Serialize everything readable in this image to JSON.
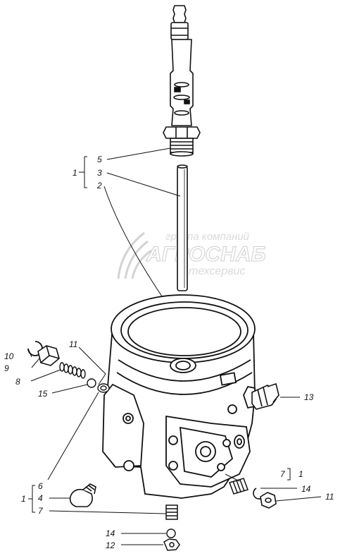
{
  "watermark": {
    "line1": "группа компаний",
    "line2": "АГРОСНАБ",
    "line3": "техсервис"
  },
  "callouts": {
    "c5": "5",
    "c3": "3",
    "c2": "2",
    "c1_top": "1",
    "c10": "10",
    "c9": "9",
    "c8": "8",
    "c15": "15",
    "c11_left": "11",
    "c13": "13",
    "c6": "6",
    "c4": "4",
    "c7_left": "7",
    "c1_left": "1",
    "c7_right": "7",
    "c1_right": "1",
    "c14_right": "14",
    "c11_right": "11",
    "c14_bottom": "14",
    "c12": "12"
  }
}
